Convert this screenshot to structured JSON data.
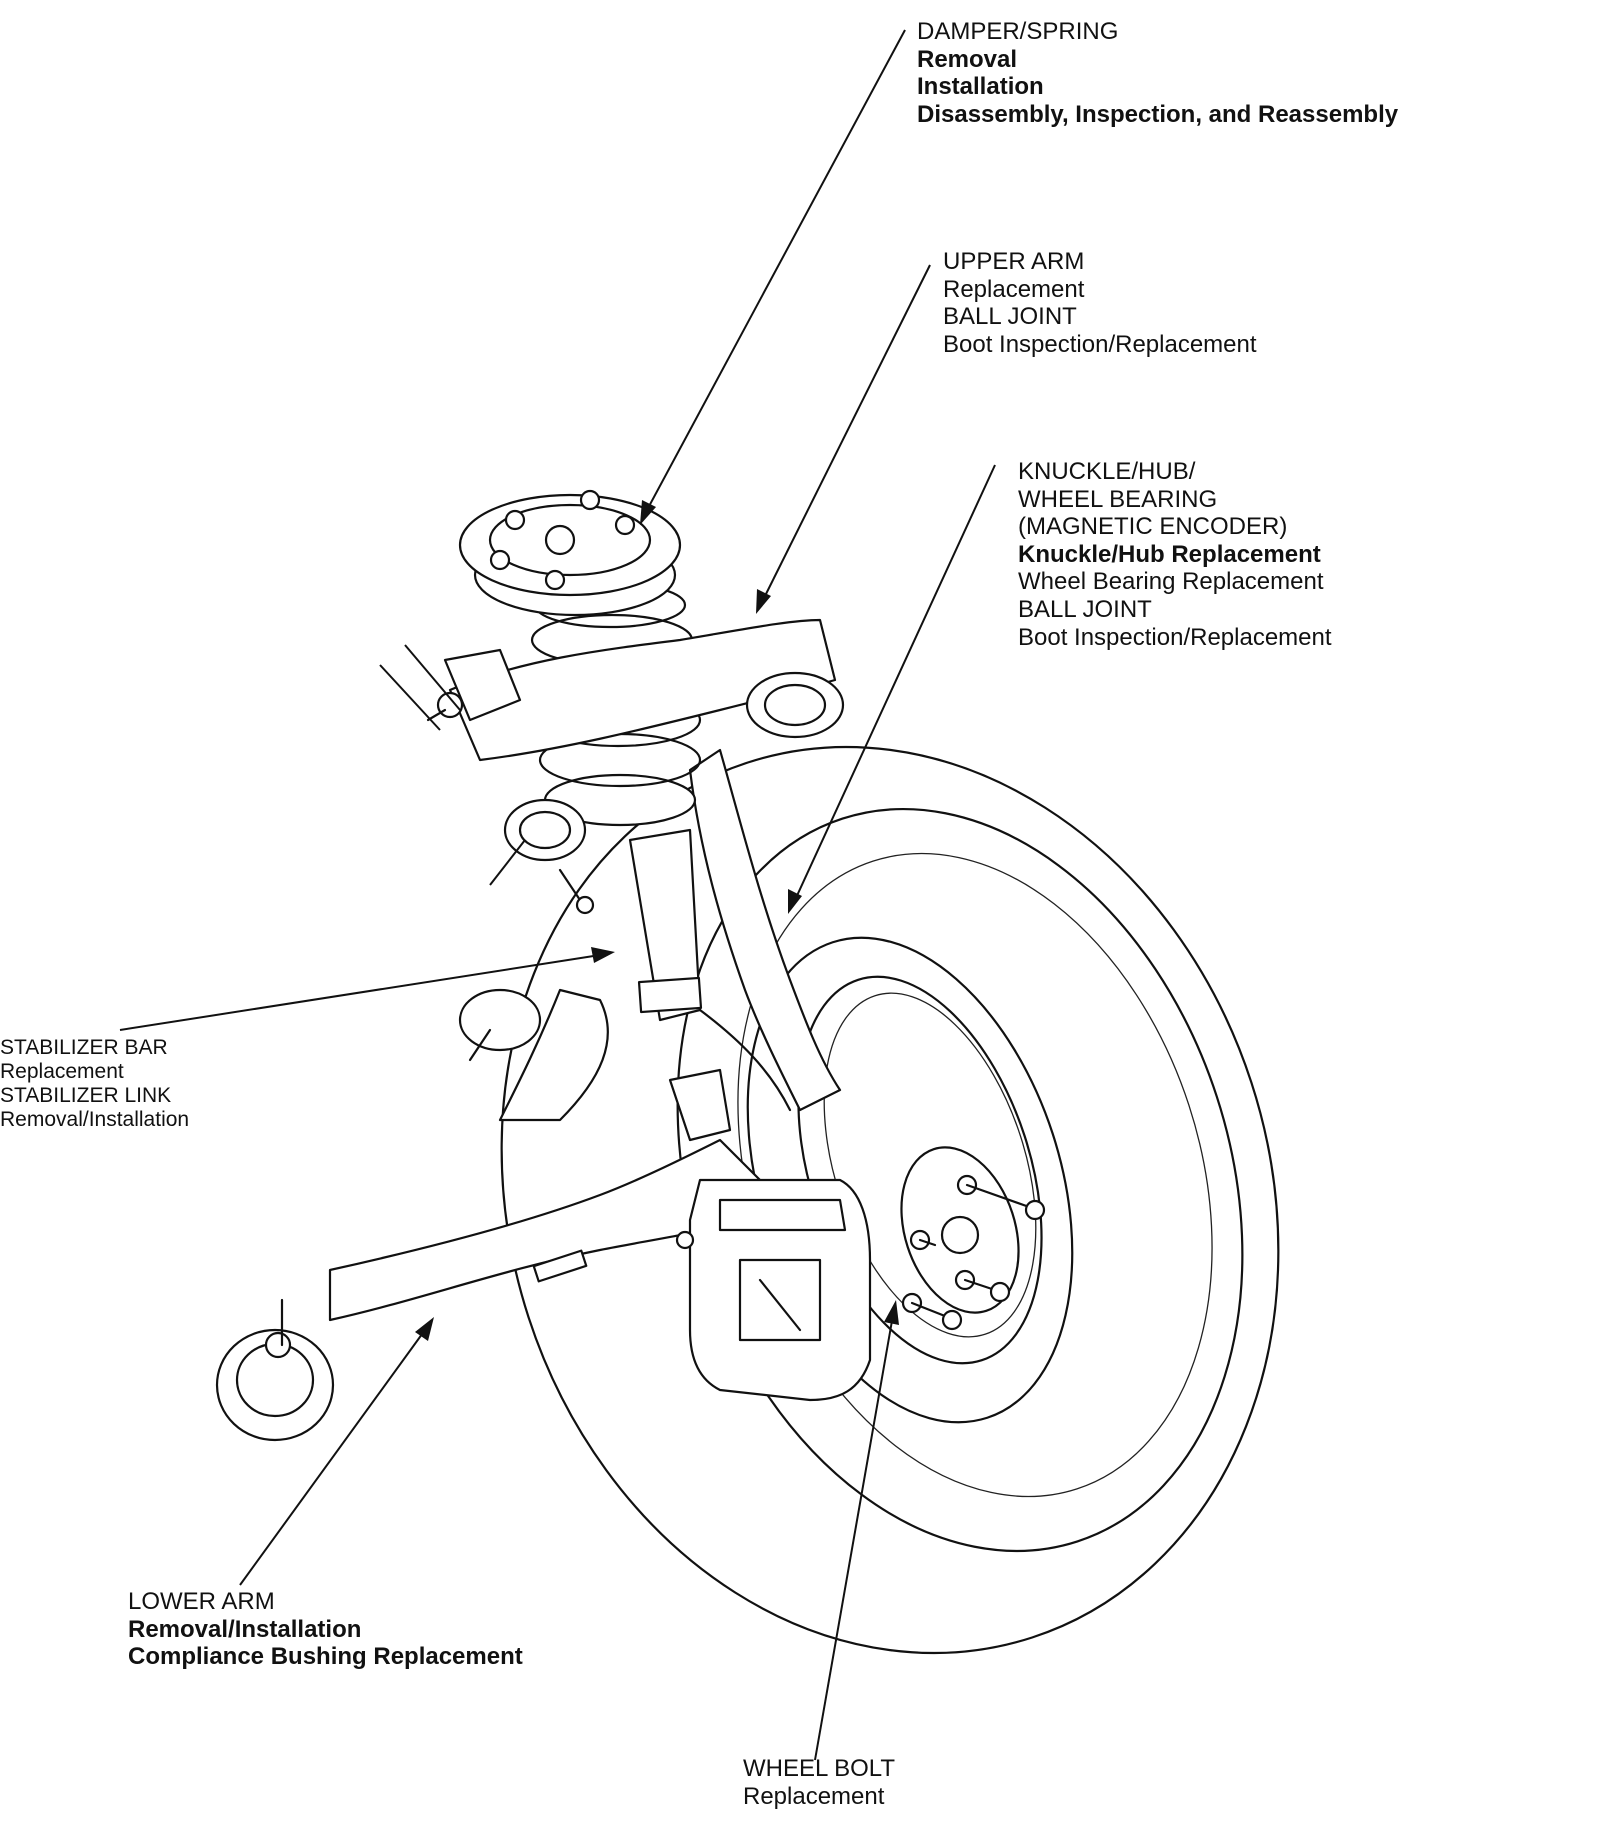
{
  "callouts": {
    "damper_spring": {
      "title": "DAMPER/SPRING",
      "lines": [
        "Removal",
        "Installation",
        "Disassembly, Inspection, and Reassembly"
      ]
    },
    "upper_arm": {
      "title": "UPPER ARM",
      "lines": [
        "Replacement",
        "BALL JOINT",
        "Boot Inspection/Replacement"
      ]
    },
    "knuckle_hub": {
      "title": "KNUCKLE/HUB/",
      "lines": [
        "WHEEL BEARING",
        "(MAGNETIC ENCODER)",
        "Knuckle/Hub Replacement",
        "Wheel Bearing Replacement",
        "BALL JOINT",
        "Boot Inspection/Replacement"
      ]
    },
    "stabilizer": {
      "title": "STABILIZER BAR",
      "lines": [
        "Replacement",
        "STABILIZER LINK",
        "Removal/Installation"
      ]
    },
    "lower_arm": {
      "title": "LOWER ARM",
      "lines": [
        "Removal/Installation",
        "Compliance Bushing Replacement"
      ]
    },
    "wheel_bolt": {
      "title": "WHEEL BOLT",
      "lines": [
        "Replacement"
      ]
    }
  }
}
